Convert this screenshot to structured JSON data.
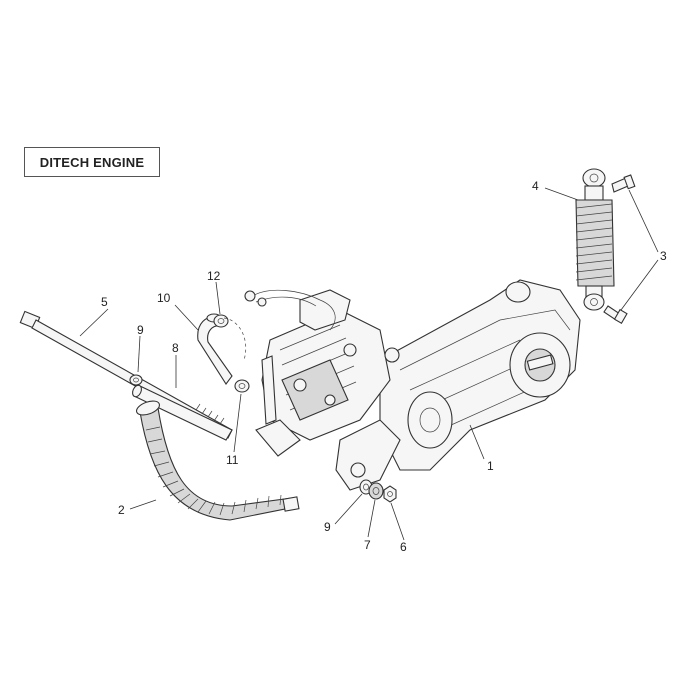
{
  "title": "DITECH ENGINE",
  "callouts": {
    "c1": "1",
    "c2": "2",
    "c3": "3",
    "c4": "4",
    "c5": "5",
    "c6": "6",
    "c7": "7",
    "c8": "8",
    "c9a": "9",
    "c9b": "9",
    "c10": "10",
    "c11": "11",
    "c12": "12"
  },
  "colors": {
    "line": "#333333",
    "background": "#ffffff"
  }
}
